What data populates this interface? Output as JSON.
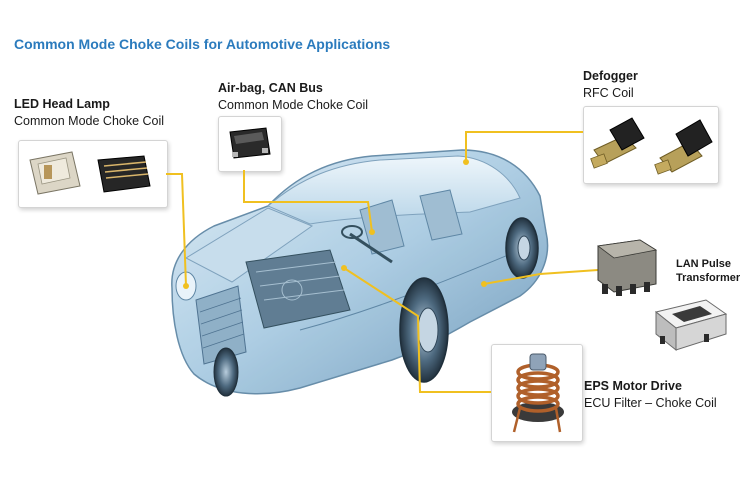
{
  "title": "Common Mode Choke Coils for Automotive Applications",
  "labels": {
    "led": {
      "heading": "LED Head Lamp",
      "sub": "Common Mode Choke Coil"
    },
    "airbag": {
      "heading": "Air-bag,  CAN Bus",
      "sub": "Common Mode Choke Coil"
    },
    "defogger": {
      "heading": "Defogger",
      "sub": "RFC Coil"
    },
    "lan": {
      "heading": "LAN Pulse",
      "heading2": "Transformer"
    },
    "eps": {
      "heading": "EPS Motor Drive",
      "sub": "ECU Filter – Choke Coil"
    }
  },
  "colors": {
    "title": "#2b7bbd",
    "leader": "#f0c020",
    "car": "#9fc3dc"
  }
}
